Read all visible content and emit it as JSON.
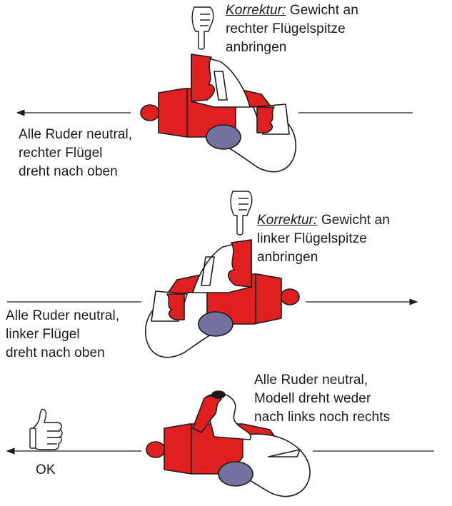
{
  "panels": [
    {
      "correction_label": "Korrektur:",
      "correction_lines": [
        "Gewicht an",
        "rechter Flügelspitze",
        "anbringen"
      ],
      "state_lines": [
        "Alle Ruder neutral,",
        "rechter Flügel",
        "dreht nach oben"
      ],
      "arrow_direction": "left"
    },
    {
      "correction_label": "Korrektur:",
      "correction_lines": [
        "Gewicht an",
        "linker Flügelspitze",
        "anbringen"
      ],
      "state_lines": [
        "Alle Ruder neutral,",
        "linker Flügel",
        "dreht nach oben"
      ],
      "arrow_direction": "right"
    },
    {
      "state_lines": [
        "Alle Ruder neutral,",
        "Modell dreht weder",
        "nach links noch rechts"
      ],
      "ok_label": "OK",
      "arrow_direction": "left"
    }
  ],
  "colors": {
    "fuselage_red": "#e02020",
    "canopy_purple": "#74709f",
    "outline": "#1a1a1a",
    "wing_white": "#ffffff"
  },
  "icons": [
    "pointing-hand-down-icon",
    "pointing-hand-down-icon",
    "thumbs-up-icon"
  ]
}
